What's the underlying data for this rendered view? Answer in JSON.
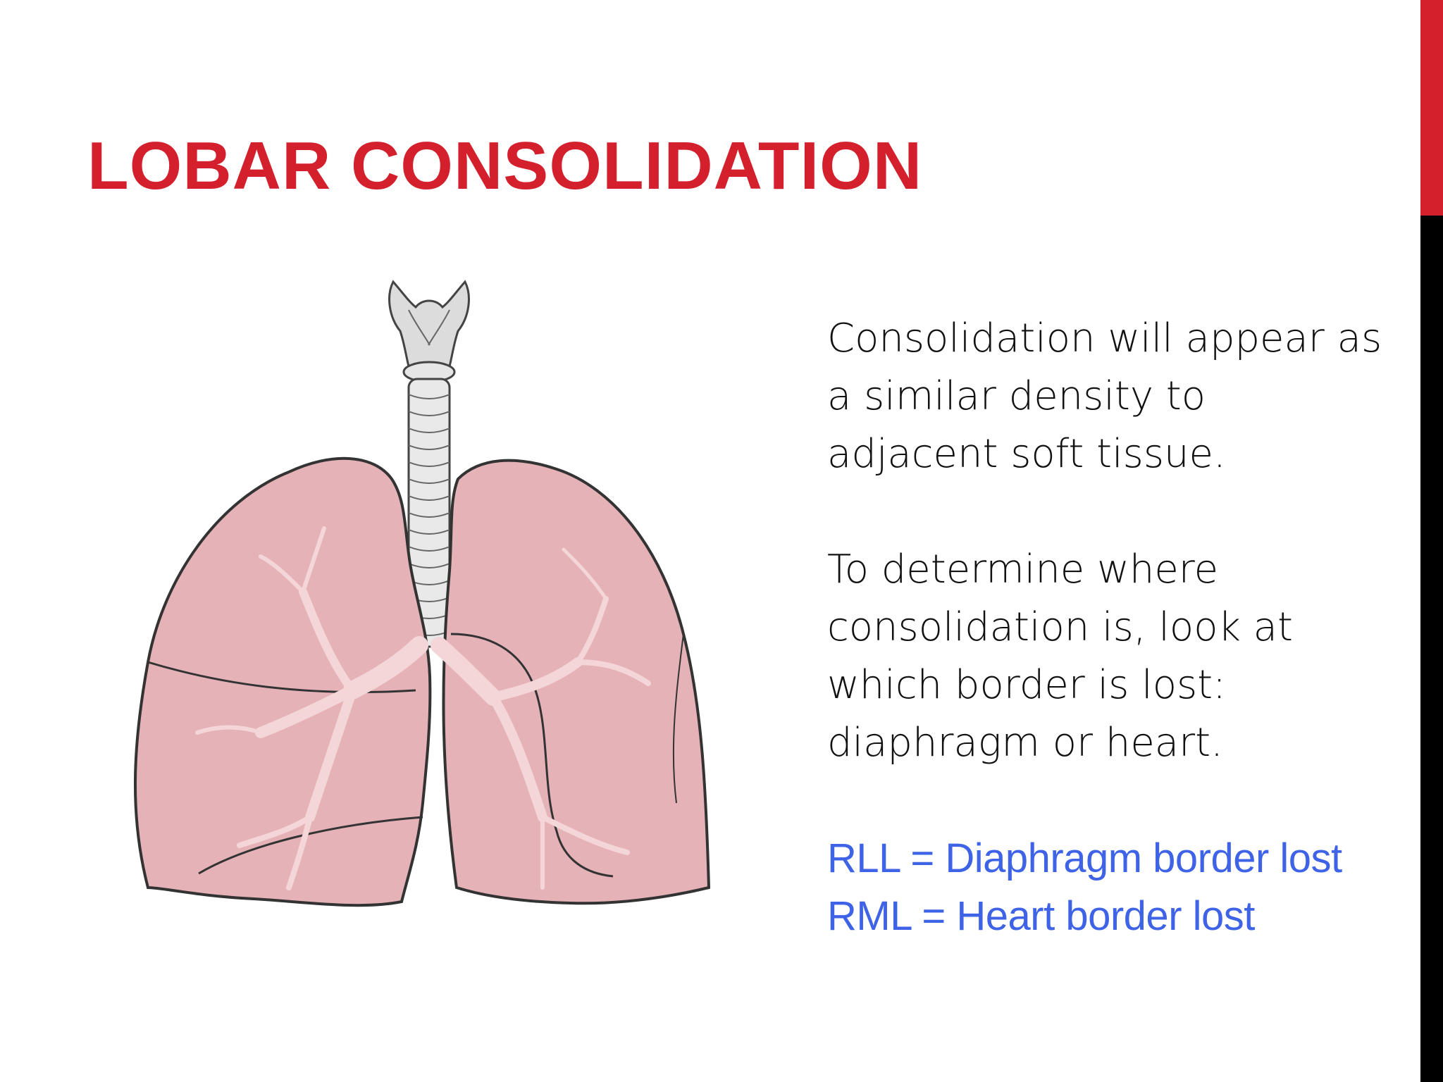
{
  "slide": {
    "title": "LOBAR CONSOLIDATION",
    "accent_colors": {
      "title": "#d3202c",
      "bar_top": "#d3202c",
      "bar_bottom": "#000000",
      "highlight_text": "#3f63e6",
      "lung_fill": "#e5b2b7",
      "bronchi": "#f4d6d8"
    },
    "illustration": {
      "subject": "lungs-trachea-diagram"
    },
    "paragraph1": {
      "lines": [
        "Consolidation will appear as",
        "a similar density to",
        "adjacent soft tissue."
      ]
    },
    "paragraph2": {
      "lines": [
        "To determine where",
        "consolidation is, look at",
        "which border is lost:",
        "diaphragm or heart."
      ]
    },
    "highlights": {
      "lines": [
        "RLL = Diaphragm border lost",
        "RML = Heart border lost"
      ]
    }
  }
}
